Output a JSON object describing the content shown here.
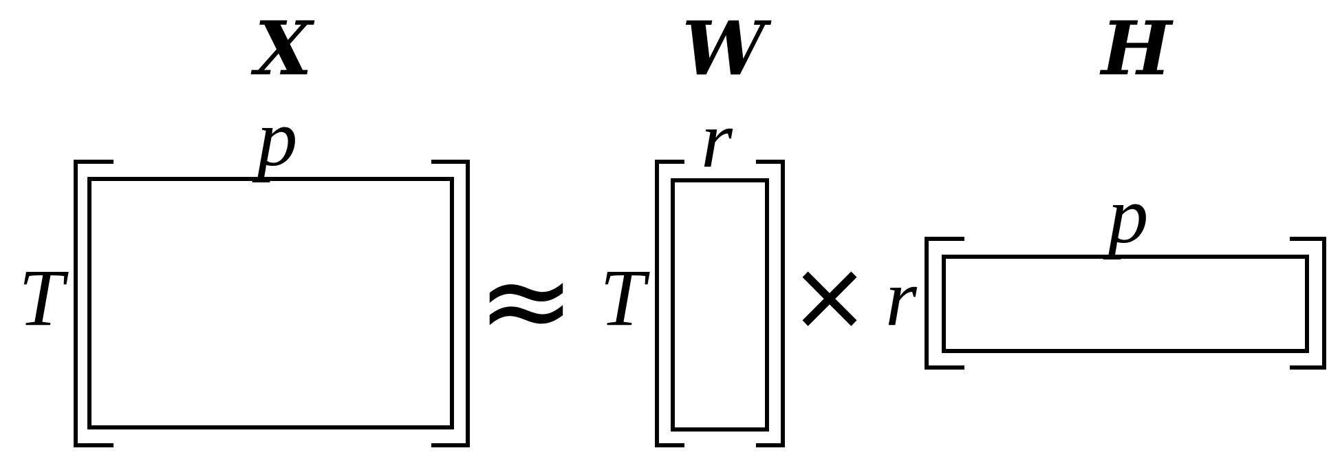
{
  "matrices": [
    {
      "name": "X",
      "rows": "T",
      "cols": "p"
    },
    {
      "name": "W",
      "rows": "T",
      "cols": "r"
    },
    {
      "name": "H",
      "rows": "r",
      "cols": "p"
    }
  ],
  "operators": {
    "approx": "≈",
    "times": "×"
  }
}
